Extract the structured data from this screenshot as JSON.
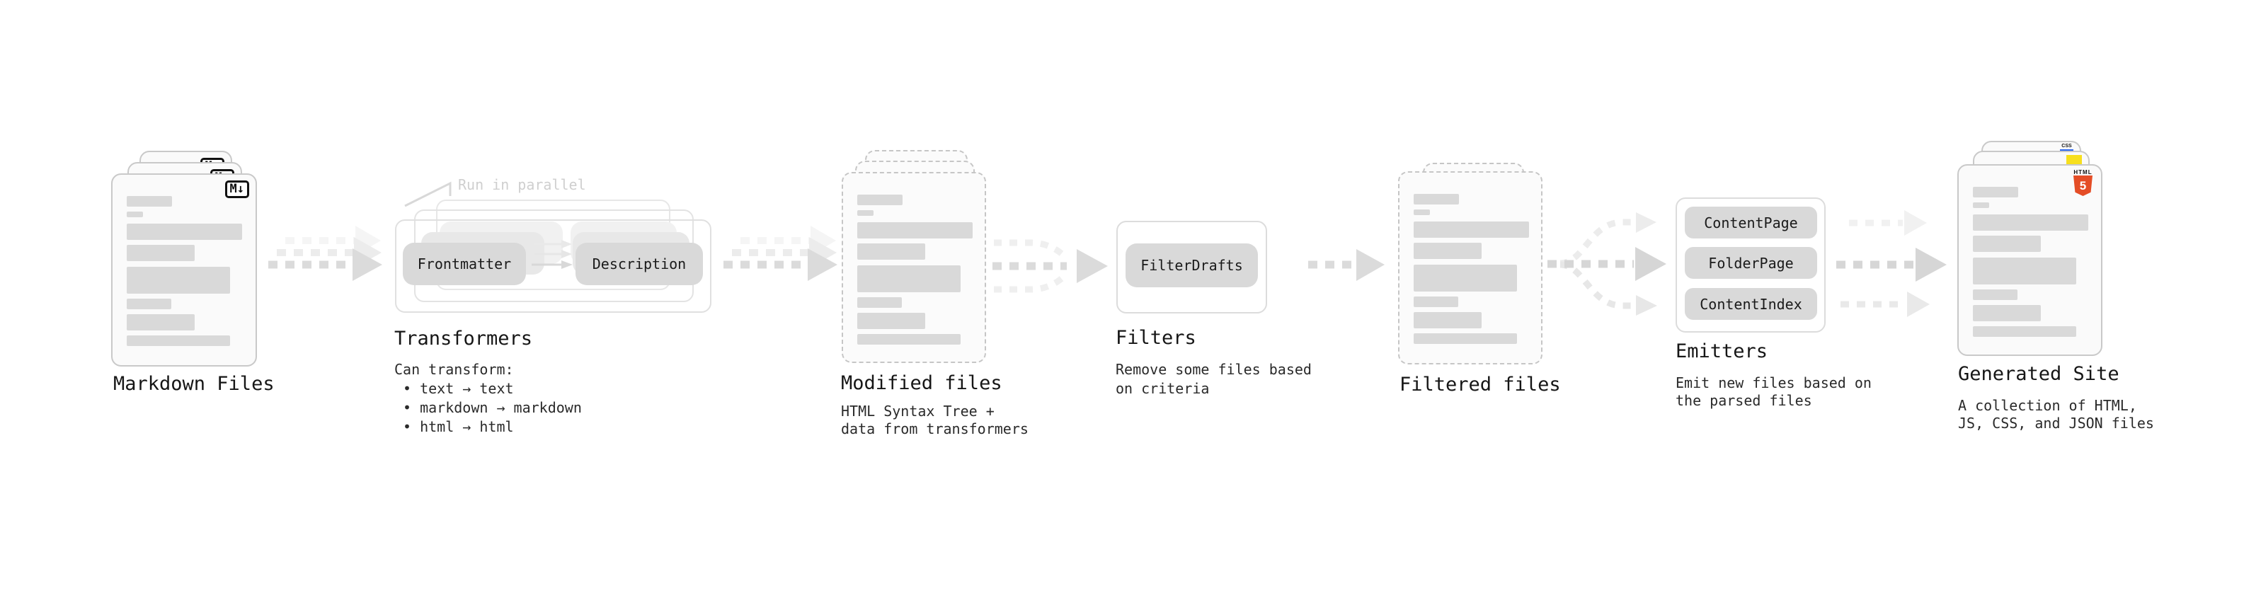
{
  "diagram": {
    "stages": {
      "markdown_files": {
        "title": "Markdown Files",
        "file_icon": "M↓"
      },
      "transformers": {
        "title": "Transformers",
        "parallel_label": "Run in parallel",
        "pill_from": "Frontmatter",
        "pill_to": "Description",
        "desc_heading": "Can transform:",
        "bullets": [
          "• text → text",
          "• markdown → markdown",
          "• html → html"
        ]
      },
      "modified_files": {
        "title": "Modified files",
        "desc_lines": [
          "HTML Syntax Tree +",
          "data from transformers"
        ]
      },
      "filters": {
        "title": "Filters",
        "pill": "FilterDrafts",
        "desc_lines": [
          "Remove some files based",
          "on criteria"
        ]
      },
      "filtered_files": {
        "title": "Filtered files"
      },
      "emitters": {
        "title": "Emitters",
        "pills": [
          "ContentPage",
          "FolderPage",
          "ContentIndex"
        ],
        "desc_lines": [
          "Emit new files based on",
          "the parsed files"
        ]
      },
      "generated_site": {
        "title": "Generated Site",
        "desc_lines": [
          "A collection of HTML,",
          "JS, CSS, and JSON files"
        ],
        "badges": {
          "css": "CSS",
          "html": "HTML",
          "five": "5"
        }
      }
    }
  },
  "colors": {
    "html5-orange": "#e44d26",
    "js-yellow": "#f7df1e",
    "css-blue": "#2965f1",
    "doc-border": "#c9c9c9"
  }
}
